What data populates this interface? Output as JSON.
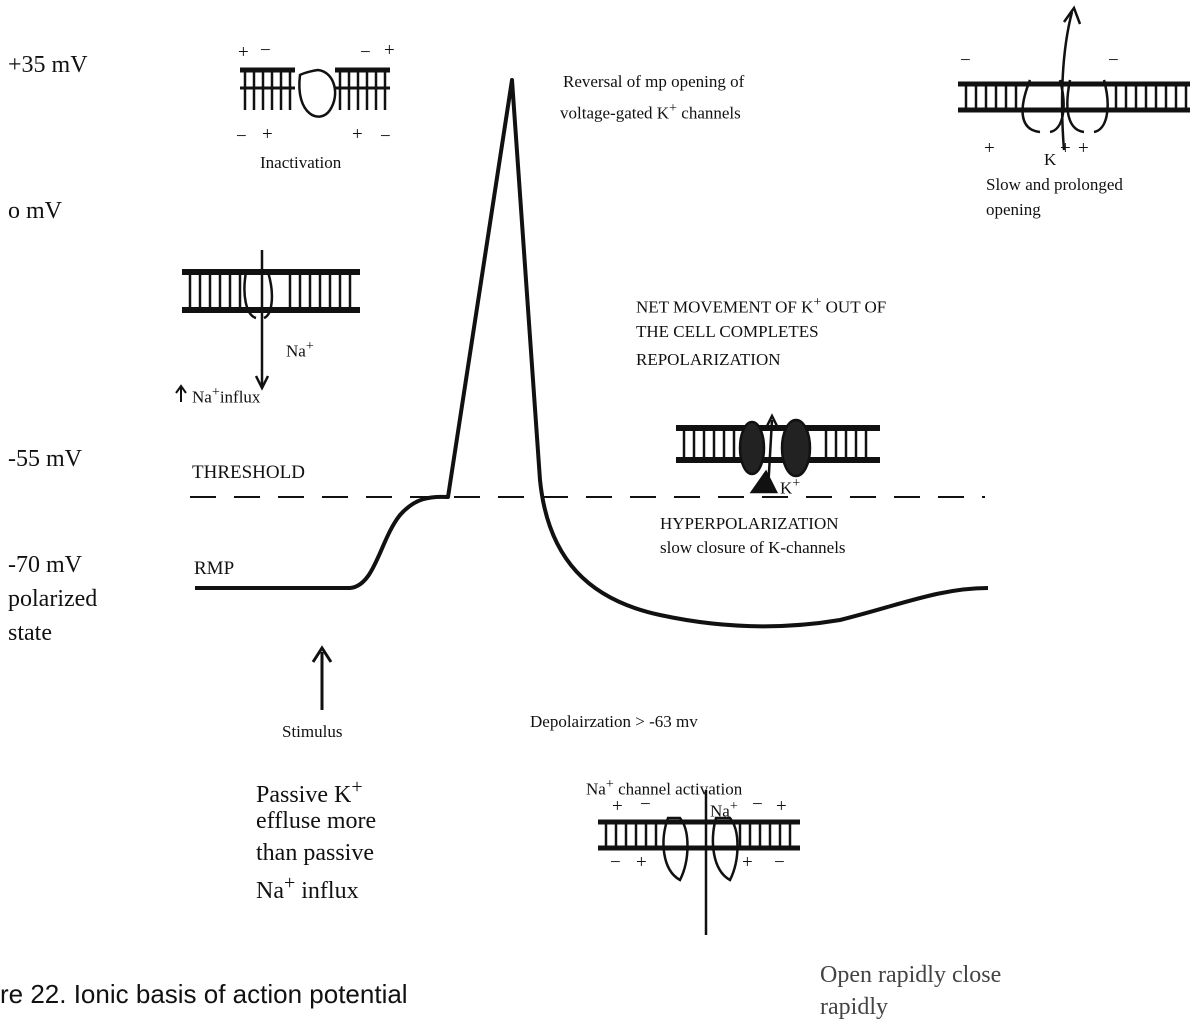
{
  "y_axis": {
    "label_35": "+35 mV",
    "label_0": "o mV",
    "label_55": "-55 mV",
    "label_70": "-70 mV",
    "label_polarized": "polarized",
    "label_state": "state"
  },
  "curve": {
    "threshold": "THRESHOLD",
    "rmp": "RMP"
  },
  "annotations": {
    "inactivation": "Inactivation",
    "reversal_line1": "Reversal of mp opening of",
    "reversal_line2_prefix": "voltage-gated K",
    "reversal_line2_sup": "+",
    "reversal_line2_suffix": " channels",
    "slow_line1": "Slow and prolonged",
    "slow_line2": "opening",
    "net_line1_prefix": "NET MOVEMENT OF K",
    "net_line1_sup": "+",
    "net_line1_suffix": " OUT OF",
    "net_line2": "THE CELL COMPLETES",
    "net_line3": "REPOLARIZATION",
    "na_influx_prefix": "Na",
    "na_influx_sup": "+",
    "na_influx_suffix": "influx",
    "hyper_line1": "HYPERPOLARIZATION",
    "hyper_line2": "slow closure of K-channels",
    "stimulus": "Stimulus",
    "depolarization": "Depolairzation > -63 mv",
    "na_channel_prefix": "Na",
    "na_channel_sup": "+",
    "na_channel_suffix": " channel activation",
    "passive_line1_prefix": "Passive K",
    "passive_line1_sup": "+",
    "passive_line2": "effluse more",
    "passive_line3": "than passive",
    "passive_line4_prefix": "Na",
    "passive_line4_sup": "+",
    "passive_line4_suffix": " influx",
    "open_line1": "Open rapidly close",
    "open_line2": "rapidly"
  },
  "membrane_labels": {
    "na_ion": "Na",
    "na_ion_sup": "+",
    "k_ion": "K",
    "k_ion_sup": "+",
    "k_letter": "K",
    "plus": "+",
    "minus": "−"
  },
  "caption": "re 22. Ionic basis of action potential"
}
